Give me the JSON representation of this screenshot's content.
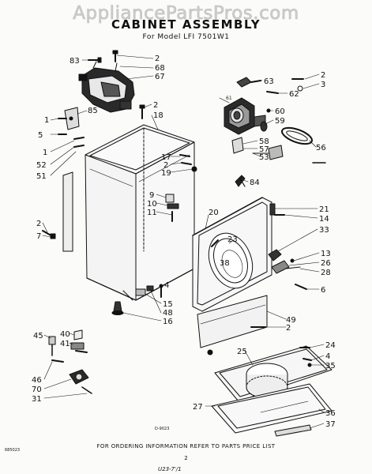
{
  "watermark": "AppliancePartsPros.com",
  "title": "CABINET ASSEMBLY",
  "subtitle": "For Model LFI 7501W1",
  "footer": "FOR ORDERING INFORMATION REFER TO PARTS PRICE LIST",
  "page_number": "2",
  "figure_code": "D-9023",
  "left_code": "685023",
  "bottom_code": "U23-7'/1",
  "callouts": {
    "c83": "83",
    "c2a": "2",
    "c68": "68",
    "c67": "67",
    "c85": "85",
    "c1a": "1",
    "c5": "5",
    "c1b": "1",
    "c52": "52",
    "c51": "51",
    "c2b": "2",
    "c18": "18",
    "c17": "17",
    "c2c": "2",
    "c19": "19",
    "c9": "9",
    "c10": "10",
    "c11": "11",
    "c20": "20",
    "c2d": "2",
    "c7": "7",
    "c4a": "4",
    "c15": "15",
    "c48": "48",
    "c16": "16",
    "c63": "63",
    "c2e": "2",
    "c3": "3",
    "c62": "62",
    "c61": "61",
    "c60": "60",
    "c59": "59",
    "c58": "58",
    "c57": "57",
    "c53": "53",
    "c56": "56",
    "c84": "84",
    "c21": "21",
    "c14": "14",
    "c33": "33",
    "c23": "23",
    "c38": "38",
    "c13": "13",
    "c26": "26",
    "c28": "28",
    "c6": "6",
    "c49": "49",
    "c2f": "2",
    "c25": "25",
    "c24": "24",
    "c4b": "4",
    "c35": "35",
    "c45": "45",
    "c40": "40",
    "c41": "41",
    "c46": "46",
    "c70": "70",
    "c31": "31",
    "c27": "27",
    "c36": "36",
    "c37": "37"
  }
}
